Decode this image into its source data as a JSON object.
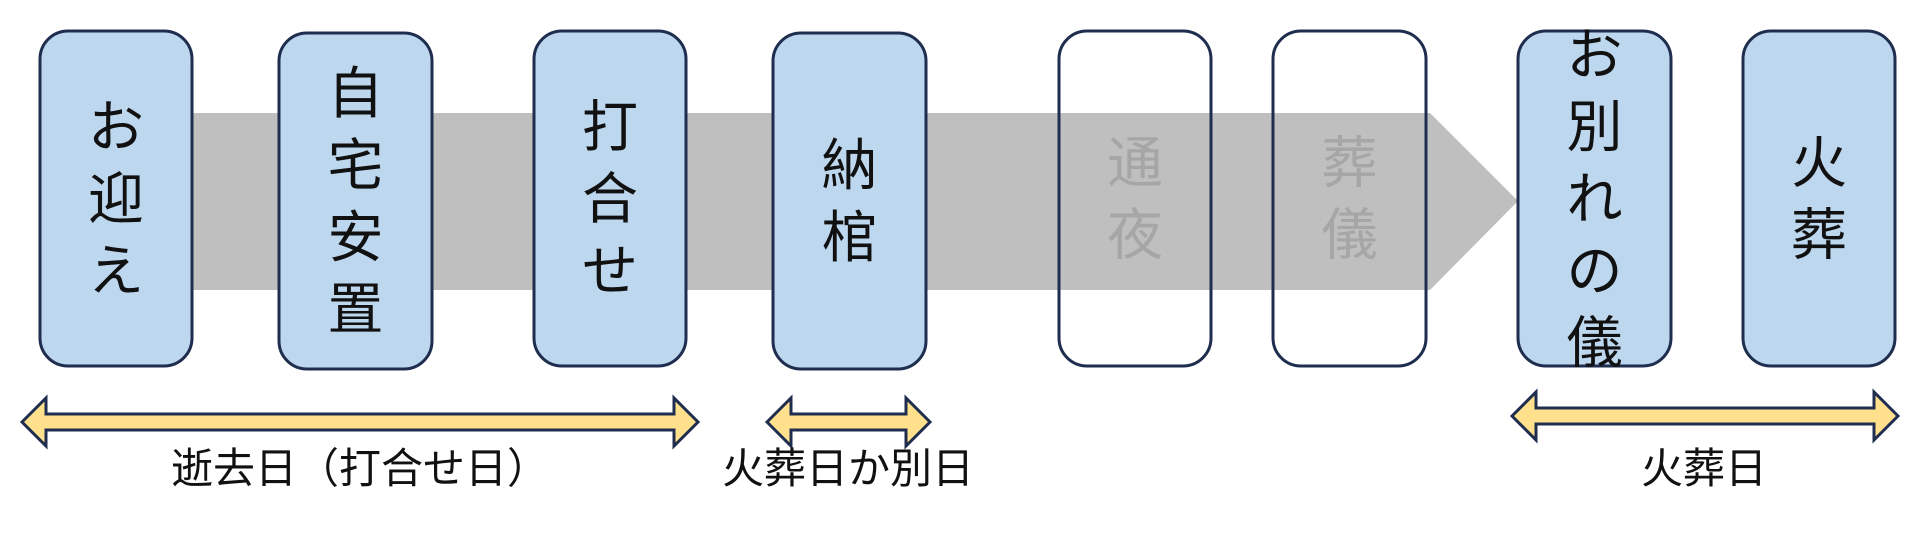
{
  "colors": {
    "band": "#bfbfbf",
    "box_fill": "#bdd7ee",
    "box_fill_inactive": "#ffffff",
    "box_stroke": "#1f2d4f",
    "text": "#111111",
    "text_inactive": "#a6a6a6",
    "span_arrow_fill": "#ffe08c",
    "span_arrow_stroke": "#1f2d4f"
  },
  "steps": [
    {
      "lines": [
        "お",
        "迎",
        "え"
      ],
      "active": true
    },
    {
      "lines": [
        "自",
        "宅",
        "安",
        "置"
      ],
      "active": true
    },
    {
      "lines": [
        "打",
        "合",
        "せ"
      ],
      "active": true
    },
    {
      "lines": [
        "納",
        "棺"
      ],
      "active": true
    },
    {
      "lines": [
        "通",
        "夜"
      ],
      "active": false
    },
    {
      "lines": [
        "葬",
        "儀"
      ],
      "active": false
    },
    {
      "lines": [
        "お",
        "別",
        "れ",
        "の",
        "儀"
      ],
      "active": true
    },
    {
      "lines": [
        "火",
        "葬"
      ],
      "active": true
    }
  ],
  "spans": [
    {
      "label": "逝去日（打合せ日）"
    },
    {
      "label": "火葬日か別日"
    },
    {
      "label": "火葬日"
    }
  ]
}
